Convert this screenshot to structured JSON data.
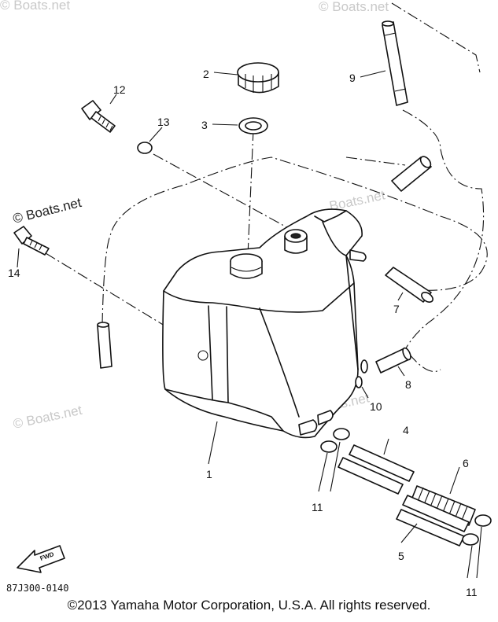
{
  "watermark": {
    "brand": "© Boats.net",
    "faded": [
      "© Boats.net",
      "© Boats.net",
      "© Boats.net",
      "Boats.net",
      "Boats.net"
    ]
  },
  "callouts": {
    "p1": "1",
    "p2": "2",
    "p3": "3",
    "p4": "4",
    "p5": "5",
    "p6": "6",
    "p7": "7",
    "p8": "8",
    "p9": "9",
    "p10": "10",
    "p11a": "11",
    "p11b": "11",
    "p12": "12",
    "p13": "13",
    "p14": "14"
  },
  "fwd_label": "FWD",
  "part_code": "87J300-0140",
  "copyright": "©2013 Yamaha Motor Corporation, U.S.A. All rights reserved."
}
